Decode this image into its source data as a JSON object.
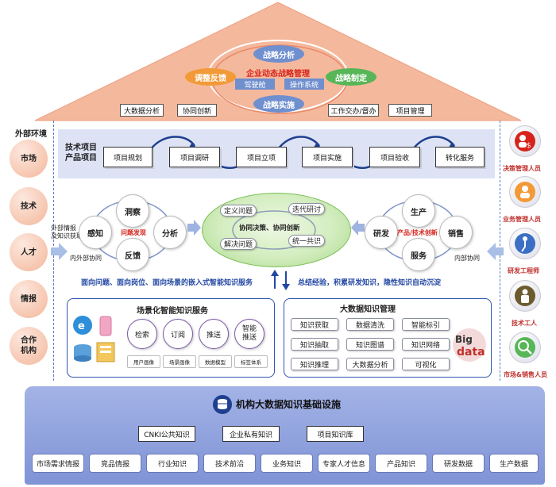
{
  "roof": {
    "center_title": "企业动态战略管理",
    "strategy_analysis": "战略分析",
    "adjust_feedback": "调整反馈",
    "strategy_formulation": "战略制定",
    "strategy_implementation": "战略实施",
    "cockpit": "驾驶舱",
    "operating_system": "操作系统",
    "big_data_analysis": "大数据分析",
    "collab_innovation": "协同创新",
    "work_supervision": "工作交办/督办",
    "project_management": "项目管理"
  },
  "left": {
    "title": "外部环境",
    "items": [
      "市场",
      "技术",
      "人才",
      "情报",
      "合作\n机构"
    ],
    "external_note": "外部情报\n及知识获取"
  },
  "right": {
    "labels": [
      "决策管理人员",
      "业务管理人员",
      "研发工程师",
      "技术工人",
      "市场&销售人员"
    ]
  },
  "process": {
    "label": "技术项目\n产品项目",
    "steps": [
      "项目规划",
      "项目调研",
      "项目立项",
      "项目实施",
      "项目验收",
      "转化服务"
    ]
  },
  "left_cycle": {
    "items": [
      "洞察",
      "感知",
      "分析",
      "反馈"
    ],
    "center": "问题发现",
    "note": "内外部协同"
  },
  "center_oval": {
    "define": "定义问题",
    "iterate": "迭代研讨",
    "center": "协同决策、协同创新",
    "solve": "解决问题",
    "unify": "统一共识"
  },
  "right_cycle": {
    "items": [
      "生产",
      "研发",
      "销售",
      "服务"
    ],
    "center": "产品/技术创新",
    "note": "内部协同"
  },
  "banner": {
    "left": "面向问题、面向岗位、面向场景的嵌入式智能知识服务",
    "right": "总结经验，积累研发知识，隐性知识自动沉淀"
  },
  "scene_panel": {
    "title": "场景化智能知识服务",
    "circles": [
      "检索",
      "订阅",
      "推送",
      "智能\n推送"
    ],
    "tags": [
      "用户画像",
      "场景画像",
      "数据模型",
      "标签体系"
    ]
  },
  "bigdata_panel": {
    "title": "大数据知识管理",
    "items": [
      "知识获取",
      "数据清洗",
      "智能标引",
      "知识抽取",
      "知识图谱",
      "知识网络",
      "知识推理",
      "大数据分析",
      "可视化"
    ],
    "logo_text": "Big data"
  },
  "foundation": {
    "title": "机构大数据知识基础设施",
    "knowledge": [
      "CNKI公共知识",
      "企业私有知识",
      "项目知识库"
    ],
    "items": [
      "市场需求情报",
      "竞品情报",
      "行业知识",
      "技术前沿",
      "业务知识",
      "专家人才信息",
      "产品知识",
      "研发数据",
      "生产数据"
    ]
  },
  "colors": {
    "roof": "#f4b89c",
    "roof_ellipse": "#e98a6a",
    "blue_oval": "#6f8fcf",
    "orange_oval": "#f29a38",
    "green_oval": "#57b657",
    "center_red": "#d6241c",
    "banner_blue": "#2347a3",
    "foundation": "#8ea0dc",
    "band": "#dde3f5"
  }
}
